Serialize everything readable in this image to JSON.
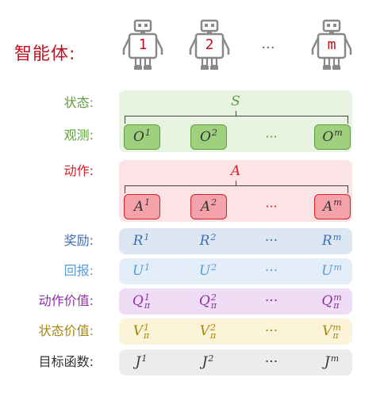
{
  "title": "智能体:",
  "agents": [
    "1",
    "2",
    "m"
  ],
  "agents_ellipsis": "···",
  "rows": {
    "state": {
      "label": "状态:",
      "symbol": "S",
      "color": "#5e9e3a",
      "bg": "#e8f3e1"
    },
    "obs": {
      "label": "观测:",
      "color": "#5e9e3a",
      "bg": "#e8f3e1",
      "box_fill": "#9fd07e",
      "box_border": "#5e9e3a",
      "items": [
        {
          "base": "O",
          "sup": "1"
        },
        {
          "base": "O",
          "sup": "2"
        },
        {
          "base": "···",
          "sup": ""
        },
        {
          "base": "O",
          "sup": "m"
        }
      ]
    },
    "action": {
      "label": "动作:",
      "symbol": "A",
      "color": "#d4202a",
      "bg": "#fbe3e6"
    },
    "act": {
      "color": "#d4202a",
      "box_fill": "#f5a3ab",
      "box_border": "#d4202a",
      "items": [
        {
          "base": "A",
          "sup": "1"
        },
        {
          "base": "A",
          "sup": "2"
        },
        {
          "base": "···",
          "sup": ""
        },
        {
          "base": "A",
          "sup": "m"
        }
      ]
    },
    "reward": {
      "label": "奖励:",
      "color": "#3d6fb0",
      "bg": "#dde7f4",
      "items": [
        {
          "base": "R",
          "sup": "1"
        },
        {
          "base": "R",
          "sup": "2"
        },
        {
          "base": "···",
          "sup": ""
        },
        {
          "base": "R",
          "sup": "m"
        }
      ]
    },
    "return": {
      "label": "回报:",
      "color": "#5b9bd5",
      "bg": "#e3eef9",
      "items": [
        {
          "base": "U",
          "sup": "1"
        },
        {
          "base": "U",
          "sup": "2"
        },
        {
          "base": "···",
          "sup": ""
        },
        {
          "base": "U",
          "sup": "m"
        }
      ]
    },
    "qvalue": {
      "label": "动作价值:",
      "color": "#8e2fa6",
      "bg": "#efdcf5",
      "items": [
        {
          "base": "Q",
          "sup": "1",
          "sub": "π"
        },
        {
          "base": "Q",
          "sup": "2",
          "sub": "π"
        },
        {
          "base": "···",
          "sup": "",
          "sub": ""
        },
        {
          "base": "Q",
          "sup": "m",
          "sub": "π"
        }
      ]
    },
    "vvalue": {
      "label": "状态价值:",
      "color": "#a8850f",
      "bg": "#fbf4d9",
      "items": [
        {
          "base": "V",
          "sup": "1",
          "sub": "π"
        },
        {
          "base": "V",
          "sup": "2",
          "sub": "π"
        },
        {
          "base": "···",
          "sup": "",
          "sub": ""
        },
        {
          "base": "V",
          "sup": "m",
          "sub": "π"
        }
      ]
    },
    "objective": {
      "label": "目标函数:",
      "color": "#333333",
      "bg": "#ececec",
      "items": [
        {
          "base": "J",
          "sup": "1"
        },
        {
          "base": "J",
          "sup": "2"
        },
        {
          "base": "···",
          "sup": ""
        },
        {
          "base": "J",
          "sup": "m"
        }
      ]
    }
  }
}
